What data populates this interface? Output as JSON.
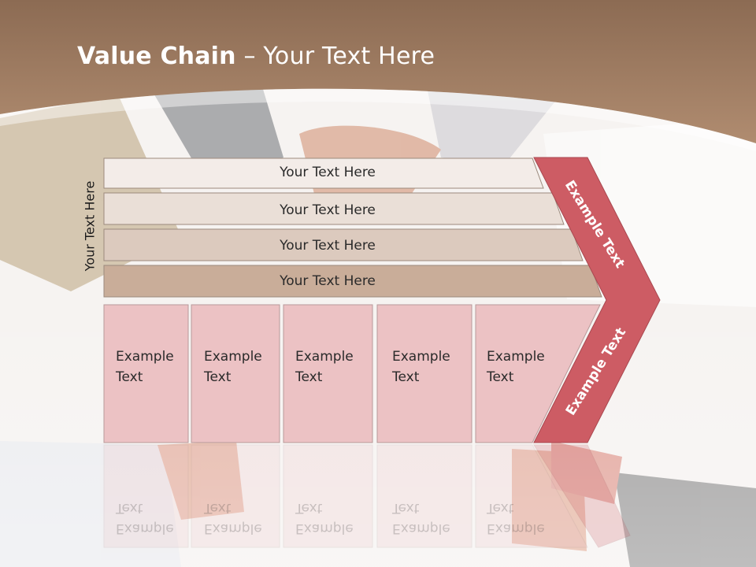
{
  "slide": {
    "title_bold": "Value Chain",
    "title_rest": " – Your Text Here",
    "side_label": "Your Text Here",
    "rows": [
      {
        "label": "Your Text Here"
      },
      {
        "label": "Your Text Here"
      },
      {
        "label": "Your Text Here"
      },
      {
        "label": "Your Text Here"
      }
    ],
    "boxes": [
      {
        "line1": "Example",
        "line2": "Text"
      },
      {
        "line1": "Example",
        "line2": "Text"
      },
      {
        "line1": "Example",
        "line2": "Text"
      },
      {
        "line1": "Example",
        "line2": "Text"
      },
      {
        "line1": "Example",
        "line2": "Text"
      }
    ],
    "chevron": {
      "upper_label": "Example Text",
      "lower_label": "Example Text"
    }
  },
  "colors": {
    "header_brown": "#a98467",
    "row1": "#f3ece8",
    "row2": "#eadfd7",
    "row3": "#dccabe",
    "row4": "#c9ad99",
    "box_fill": "#ecc2c4",
    "chevron_red": "#cd5c64"
  }
}
